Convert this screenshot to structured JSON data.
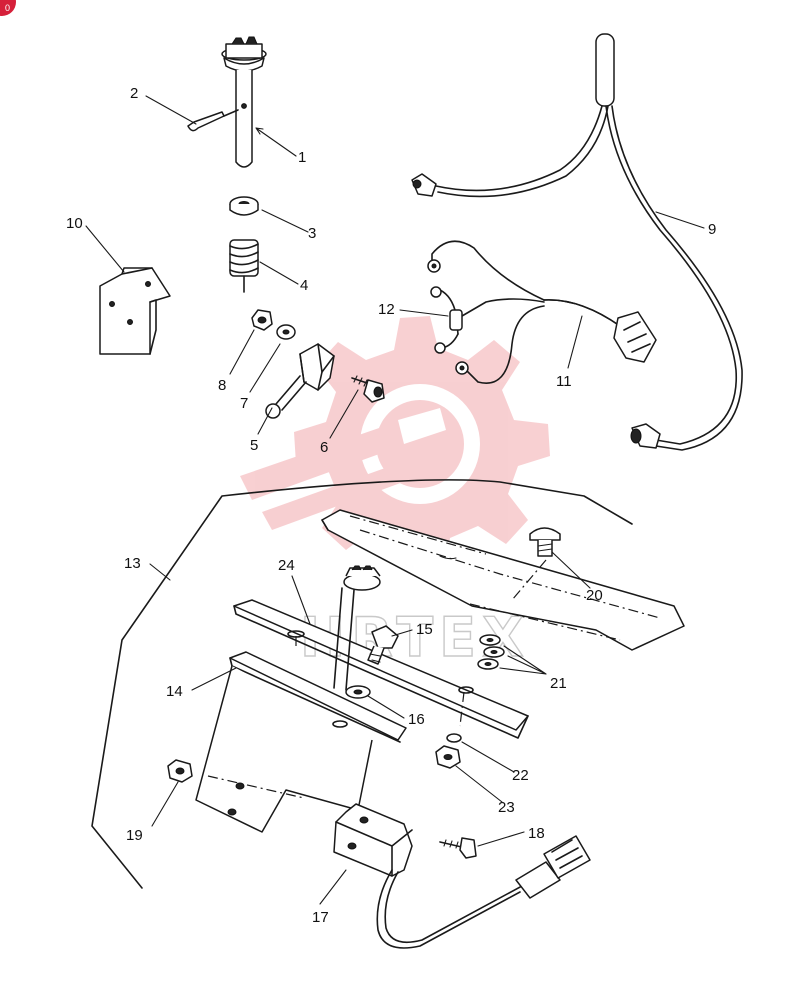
{
  "watermark": {
    "text": "HRTEX",
    "color": "#f2a9ad"
  },
  "badge": {
    "text": "0",
    "color": "#d6203a"
  },
  "callouts": [
    "1",
    "2",
    "3",
    "4",
    "5",
    "6",
    "7",
    "8",
    "9",
    "10",
    "11",
    "12",
    "13",
    "14",
    "15",
    "16",
    "17",
    "18",
    "19",
    "20",
    "21",
    "22",
    "23",
    "24"
  ]
}
